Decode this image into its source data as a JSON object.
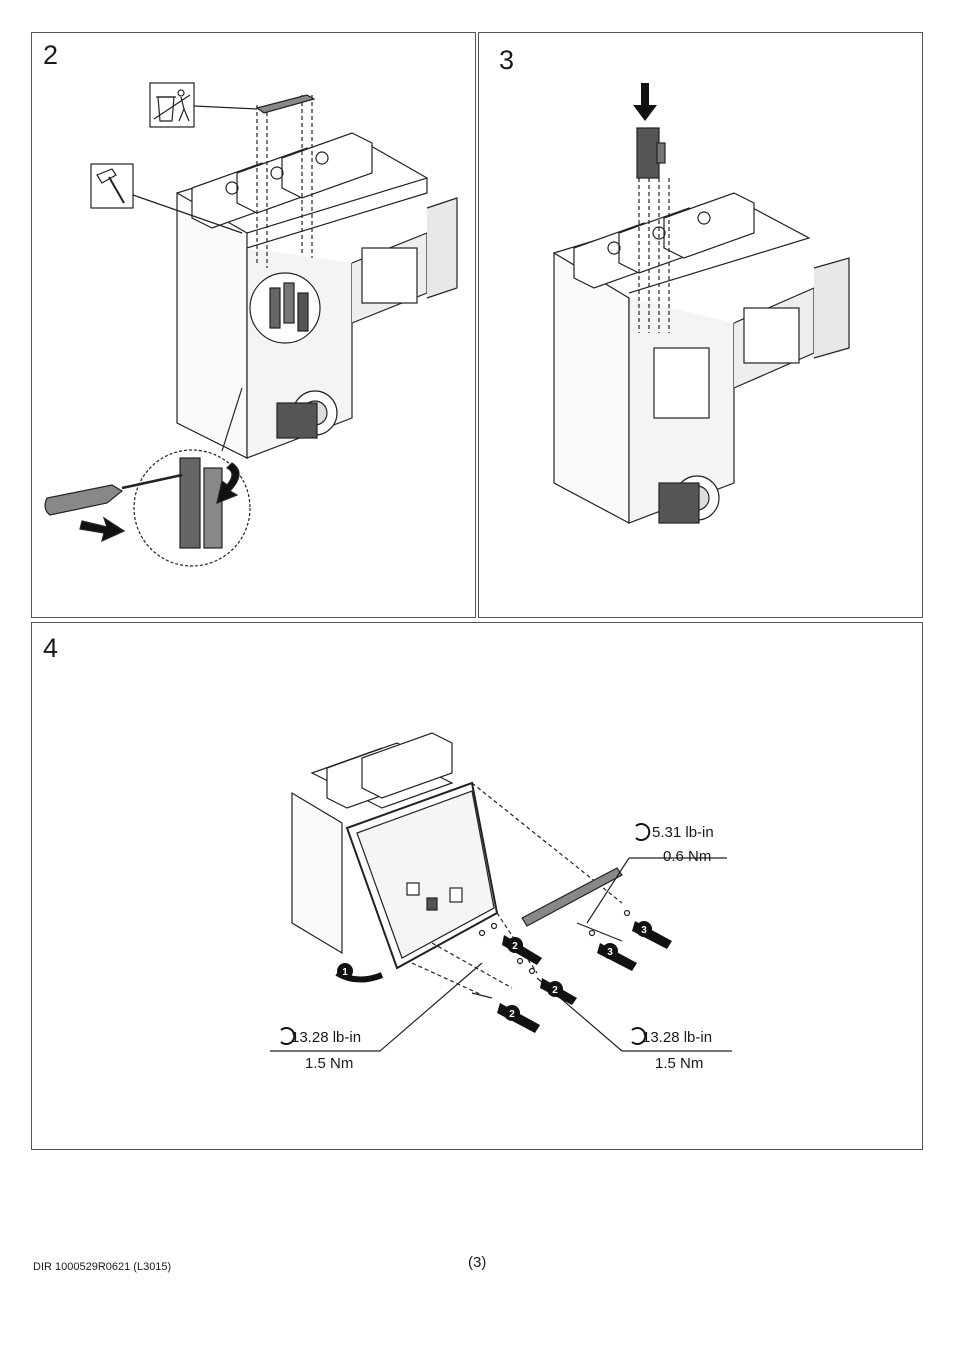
{
  "steps": [
    {
      "number": "2"
    },
    {
      "number": "3"
    },
    {
      "number": "4"
    }
  ],
  "torque": {
    "top_right": {
      "lbin": "5.31 lb-in",
      "nm": "0.6 Nm"
    },
    "bottom_left": {
      "lbin": "13.28 lb-in",
      "nm": "1.5 Nm"
    },
    "bottom_right": {
      "lbin": "13.28 lb-in",
      "nm": "1.5 Nm"
    }
  },
  "callouts": [
    "1",
    "2",
    "2",
    "2",
    "3",
    "3"
  ],
  "icons": [
    "trash-bin-icon",
    "hammer-icon",
    "screwdriver-icon",
    "arrow-down-icon",
    "torque-icon"
  ],
  "footer": {
    "doc_id": "DIR 1000529R0621 (L3015)",
    "page": "(3)"
  }
}
